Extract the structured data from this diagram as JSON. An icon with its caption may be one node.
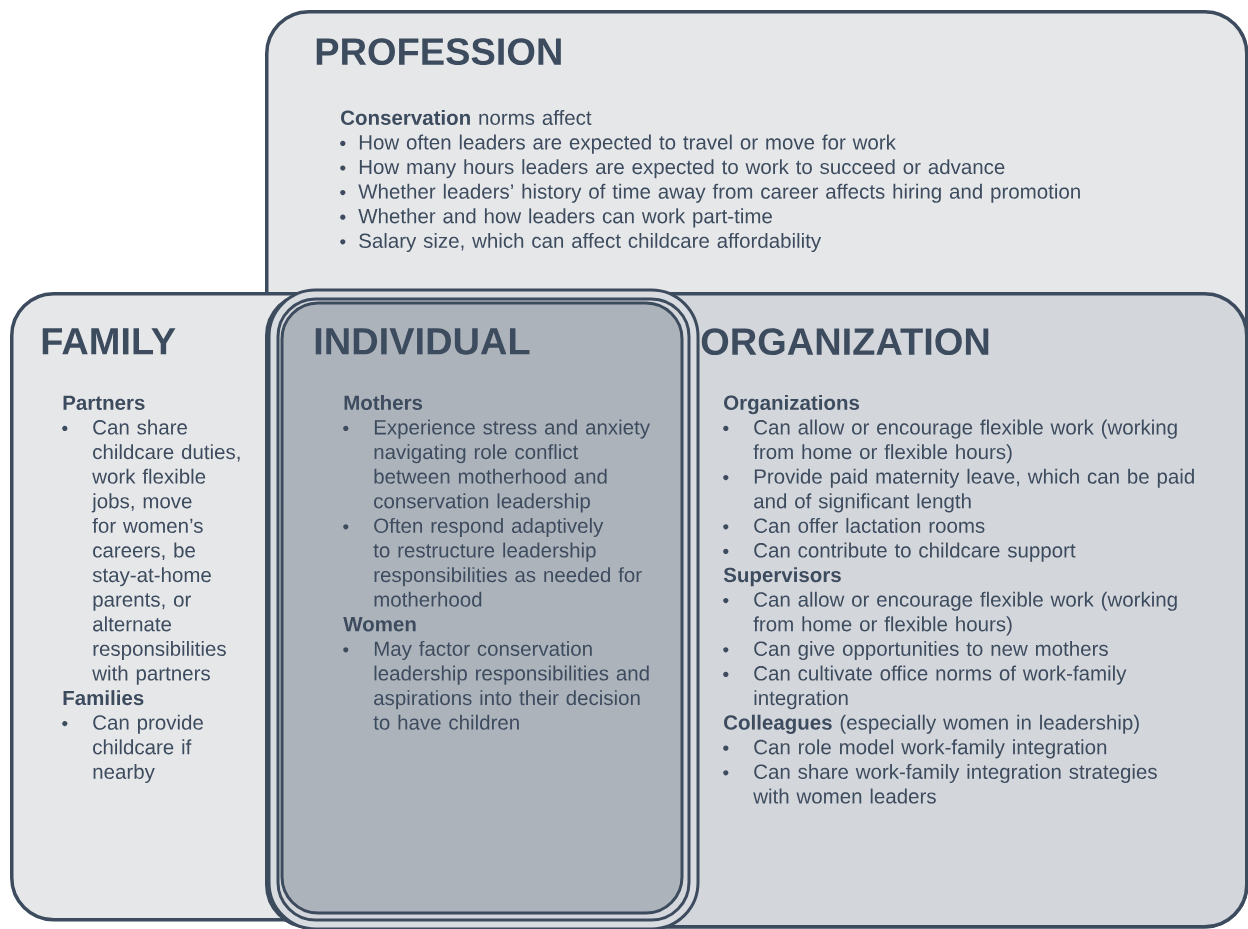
{
  "diagram": {
    "nodes": [
      {
        "text": [
          "PROFESSION",
          "**Conservation** norms affect",
          "How often leaders are expected to travel or move for work",
          "How many hours leaders are expected to work to succeed or advance",
          "Whether leaders’ history of time away from career affects hiring and promotion",
          "Whether and how leaders can work part-time",
          "Salary size, which can affect childcare affordability"
        ]
      },
      {
        "text": [
          "FAMILY",
          "Partners",
          "Can share childcare duties, work flexible jobs, move for women’s careers, be stay-at-home parents, or alternate responsibilities with partners",
          "Families",
          "Can provide childcare if nearby"
        ]
      },
      {
        "text": [
          "INDIVIDUAL",
          "Mothers",
          "Experience stress and anxiety navigating role conflict between motherhood and conservation leadership",
          "Often respond adaptively to restructure leadership responsibilities as needed for motherhood",
          "Women",
          "May factor conservation leadership responsibilities and aspirations into their decision to have children"
        ]
      },
      {
        "in": 0,
        "text": [
          "ORGANIZATION",
          "Organizations",
          "Can allow or encourage flexible work (working from home or flexible hours)",
          "Provide paid maternity leave, which can be paid and of significant length",
          "Can offer lactation rooms",
          "Can contribute to childcare support",
          "Supervisors",
          "Can allow or encourage flexible work (working from home or flexible hours)",
          "Can give opportunities to new mothers",
          "Can cultivate office norms of work-family integration",
          "**Colleagues** (especially women in leadership)",
          "Can role model work-family integration",
          "Can share work-family integration strategies with women leaders"
        ]
      }
    ]
  }
}
